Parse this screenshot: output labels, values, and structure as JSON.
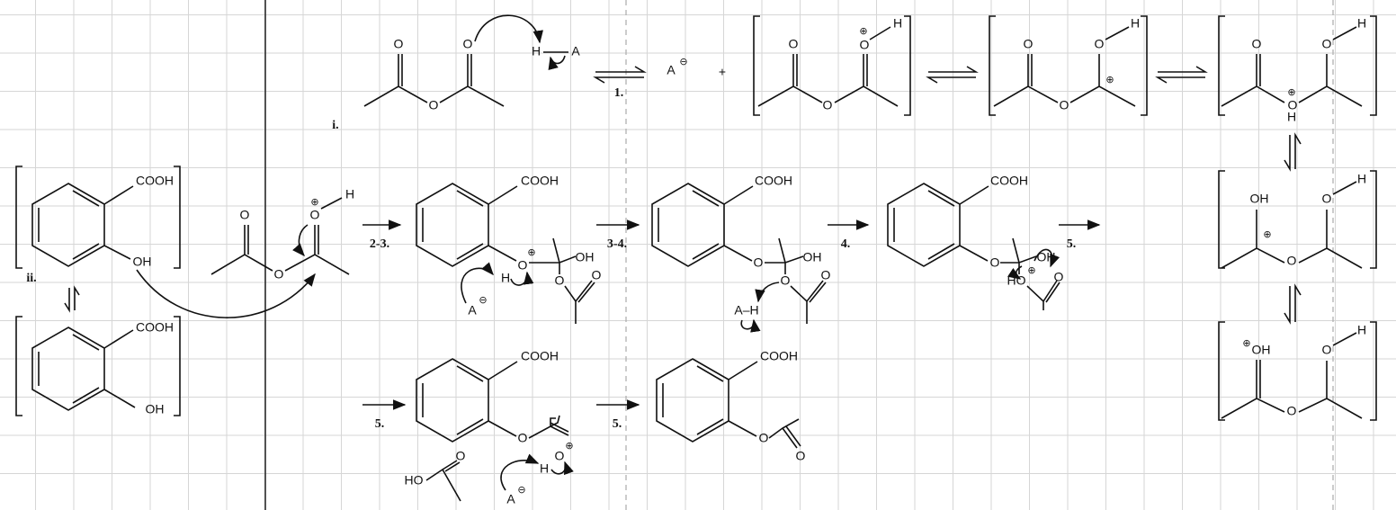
{
  "steps": {
    "i": "i.",
    "ii": "ii.",
    "s1": "1.",
    "s23": "2-3.",
    "s34": "3-4.",
    "s4": "4.",
    "s5a": "5.",
    "s5b": "5.",
    "s5c": "5."
  },
  "atoms": {
    "O": "O",
    "H": "H",
    "A": "A",
    "OH": "OH",
    "HO": "HO",
    "COOH": "COOH",
    "plus": "+",
    "plus_charge": "⊕",
    "minus_charge": "⊖",
    "A_H": "A–H"
  },
  "colors": {
    "grid": "#d6d6d6",
    "ink": "#111111",
    "divider": "#aaaaaa"
  }
}
